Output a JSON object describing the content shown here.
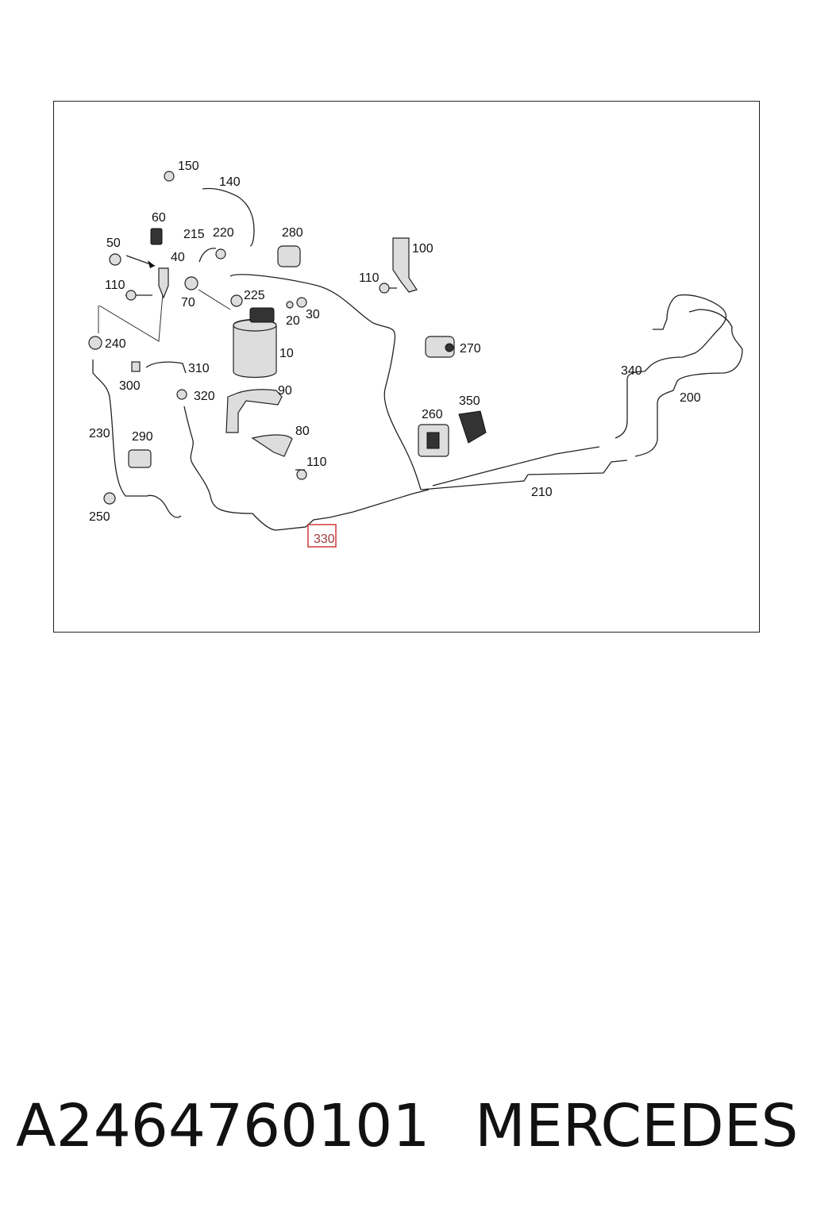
{
  "diagram": {
    "labels": {
      "p10": "10",
      "p20": "20",
      "p30": "30",
      "p40": "40",
      "p50": "50",
      "p60": "60",
      "p70": "70",
      "p80": "80",
      "p90": "90",
      "p100": "100",
      "p110a": "110",
      "p110b": "110",
      "p110c": "110",
      "p140": "140",
      "p150": "150",
      "p200": "200",
      "p210": "210",
      "p215": "215",
      "p220": "220",
      "p225": "225",
      "p230": "230",
      "p240": "240",
      "p250": "250",
      "p260": "260",
      "p270": "270",
      "p280": "280",
      "p290": "290",
      "p300": "300",
      "p310": "310",
      "p320": "320",
      "p340": "340",
      "p350": "350"
    },
    "highlighted": "330"
  },
  "footer": {
    "part_number": "A2464760101",
    "brand": "MERCEDES"
  },
  "colors": {
    "highlight": "#d23a3a"
  }
}
